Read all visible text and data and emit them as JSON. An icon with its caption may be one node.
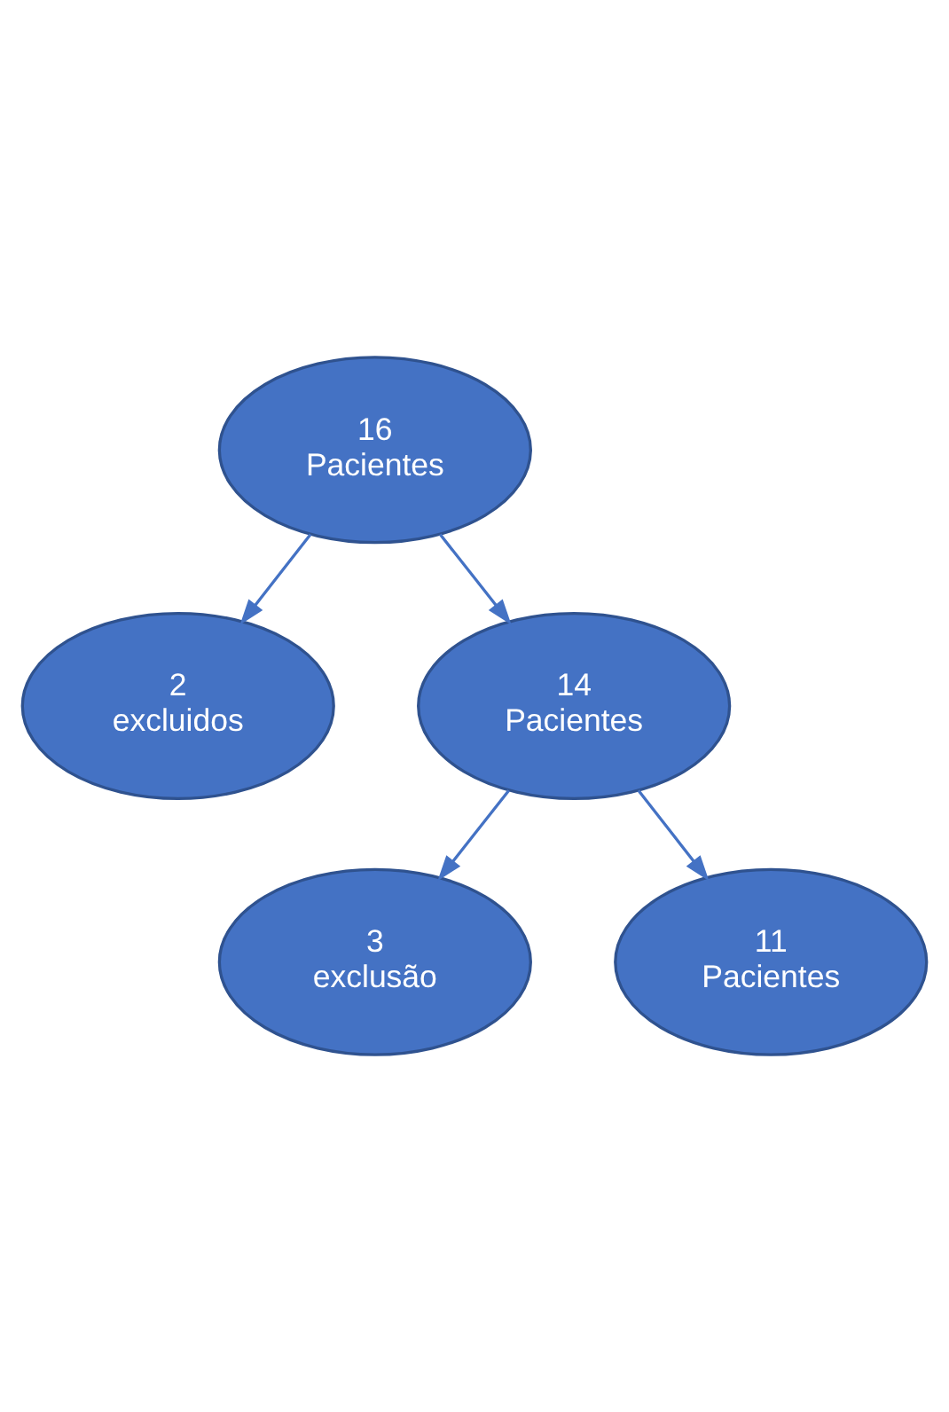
{
  "diagram": {
    "nodes": [
      {
        "text": [
          "16",
          "Pacientes"
        ]
      },
      {
        "text": [
          "2",
          "excluidos"
        ]
      },
      {
        "text": [
          "14",
          "Pacientes"
        ]
      },
      {
        "text": [
          "3",
          "exclusão"
        ]
      },
      {
        "text": [
          "11",
          "Pacientes"
        ]
      }
    ],
    "edges": [
      {
        "from": 0,
        "to": 1,
        "arrow": "to"
      },
      {
        "from": 0,
        "to": 2,
        "arrow": "to"
      },
      {
        "from": 2,
        "to": 3,
        "arrow": "to"
      },
      {
        "from": 2,
        "to": 4,
        "arrow": "to"
      }
    ]
  }
}
